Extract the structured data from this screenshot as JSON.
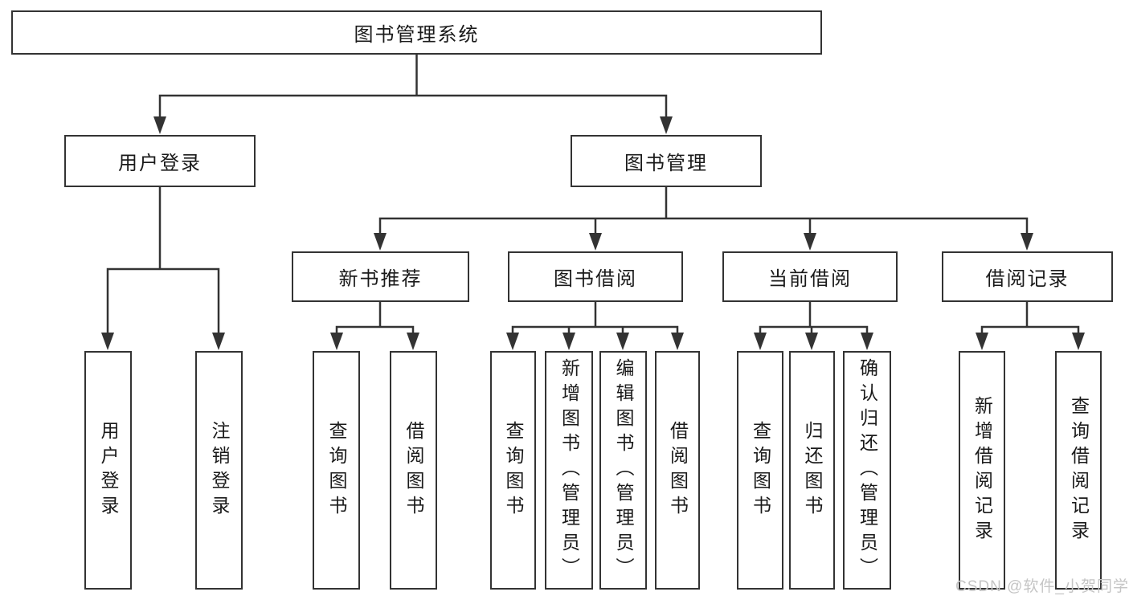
{
  "diagram": {
    "root": {
      "label": "图书管理系统"
    },
    "branches": [
      {
        "label": "用户登录",
        "children": [
          {
            "label": "用户登录"
          },
          {
            "label": "注销登录"
          }
        ]
      },
      {
        "label": "图书管理",
        "children": [
          {
            "label": "新书推荐",
            "children": [
              {
                "label": "查询图书"
              },
              {
                "label": "借阅图书"
              }
            ]
          },
          {
            "label": "图书借阅",
            "children": [
              {
                "label": "查询图书"
              },
              {
                "label": "新增图书（管理员）"
              },
              {
                "label": "编辑图书（管理员）"
              },
              {
                "label": "借阅图书"
              }
            ]
          },
          {
            "label": "当前借阅",
            "children": [
              {
                "label": "查询图书"
              },
              {
                "label": "归还图书"
              },
              {
                "label": "确认归还（管理员）"
              }
            ]
          },
          {
            "label": "借阅记录",
            "children": [
              {
                "label": "新增借阅记录"
              },
              {
                "label": "查询借阅记录"
              }
            ]
          }
        ]
      }
    ],
    "watermark": "CSDN @软件_小贺同学",
    "colors": {
      "line": "#333333",
      "box_border": "#333333",
      "box_fill": "#ffffff",
      "text": "#1a1a1a",
      "watermark": "#c5c5c5",
      "background": "#ffffff"
    }
  }
}
